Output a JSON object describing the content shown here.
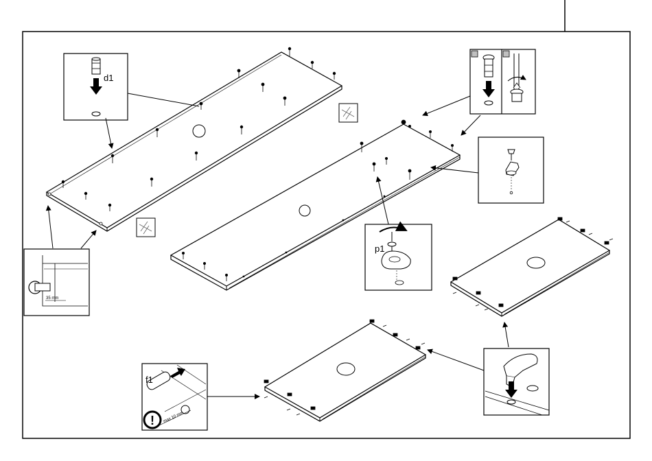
{
  "labels": {
    "dowel": "d1",
    "cam_fitting": "p1",
    "shelf_pin": "f1",
    "depth_left": "35 mm",
    "depth_pin": "max 10 mm",
    "warning": "!"
  },
  "colors": {
    "stroke": "#000000",
    "background": "#ffffff",
    "panel_fill": "#ffffff",
    "hole_fill": "#ffffff",
    "tag_fill": "#bfbfbf",
    "arrow_fill": "#000000"
  }
}
